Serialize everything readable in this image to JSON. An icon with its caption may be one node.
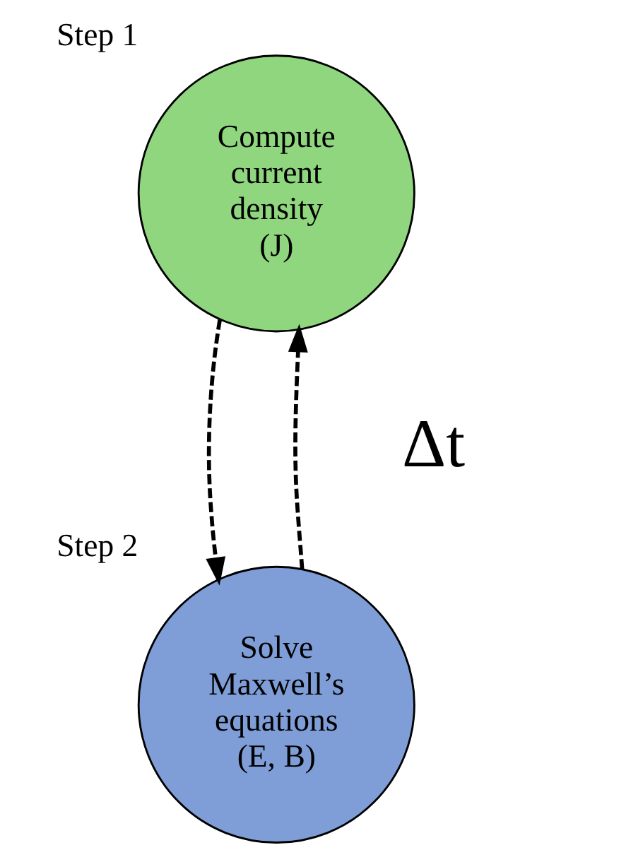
{
  "diagram": {
    "nodes": [
      {
        "text": [
          "Compute current density (J)"
        ],
        "beside": [
          "Step 1"
        ]
      },
      {
        "text": [
          "Solve Maxwell’s equations (E, B)"
        ],
        "beside": [
          "Step 2"
        ]
      }
    ],
    "edges": [
      {
        "from": 0,
        "to": 1,
        "arrow": "to",
        "style": "dashed"
      },
      {
        "from": 1,
        "to": 0,
        "arrow": "to",
        "style": "dashed"
      }
    ],
    "labels": [
      "Δt"
    ]
  }
}
